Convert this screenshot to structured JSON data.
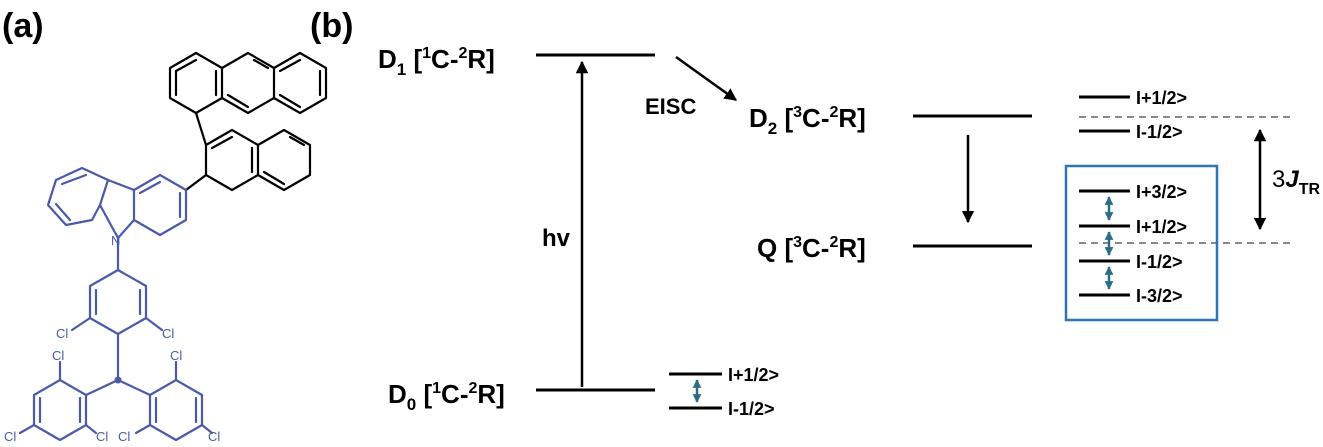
{
  "panel_a": {
    "label": "(a)",
    "atoms": {
      "n": "N",
      "cl": "Cl",
      "radical": "•"
    }
  },
  "panel_b": {
    "label": "(b)",
    "states": {
      "d1": {
        "name": "D",
        "sub": "1",
        "pre": " [",
        "sup1": "1",
        "mid": "C-",
        "sup2": "2",
        "post": "R]"
      },
      "d2": {
        "name": "D",
        "sub": "2",
        "pre": " [",
        "sup1": "3",
        "mid": "C-",
        "sup2": "2",
        "post": "R]"
      },
      "q": {
        "name": "Q",
        "sub": "",
        "pre": " [",
        "sup1": "3",
        "mid": "C-",
        "sup2": "2",
        "post": "R]"
      },
      "d0": {
        "name": "D",
        "sub": "0",
        "pre": " [",
        "sup1": "1",
        "mid": "C-",
        "sup2": "2",
        "post": "R]"
      }
    },
    "arrows": {
      "excitation": "hv",
      "eisc": "EISC"
    },
    "sublevels": {
      "d2": [
        "I+1/2>",
        "I-1/2>"
      ],
      "q": [
        "I+3/2>",
        "I+1/2>",
        "I-1/2>",
        "I-3/2>"
      ],
      "d0": [
        "I+1/2>",
        "I-1/2>"
      ]
    },
    "exchange": {
      "prefix": "3",
      "symbol": "J",
      "sub": "TR"
    },
    "colors": {
      "molecule": "#4a5aa8",
      "box": "#2f75b5",
      "transition_arrows": "#2a6d85",
      "dashed": "#888888"
    }
  }
}
